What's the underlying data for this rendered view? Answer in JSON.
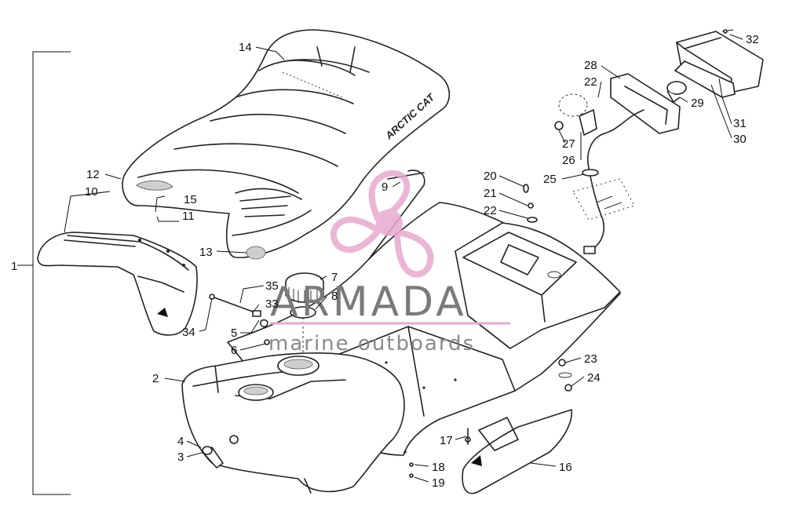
{
  "watermark": {
    "title": "ARMADA",
    "subtitle": "marine outboards",
    "accent_color": "#e8a9cf",
    "text_color": "#7a7a7a"
  },
  "seat_logo_text": "ARCTIC CAT",
  "callouts": {
    "c1": "1",
    "c2": "2",
    "c3": "3",
    "c4": "4",
    "c5": "5",
    "c6": "6",
    "c7": "7",
    "c8": "8",
    "c9": "9",
    "c10": "10",
    "c11": "11",
    "c12": "12",
    "c13": "13",
    "c14": "14",
    "c15": "15",
    "c16": "16",
    "c17": "17",
    "c18": "18",
    "c19": "19",
    "c20": "20",
    "c21": "21",
    "c22a": "22",
    "c22b": "22",
    "c23": "23",
    "c24": "24",
    "c25": "25",
    "c26": "26",
    "c27": "27",
    "c28": "28",
    "c29": "29",
    "c30": "30",
    "c31": "31",
    "c32": "32",
    "c33": "33",
    "c34": "34",
    "c35": "35"
  }
}
